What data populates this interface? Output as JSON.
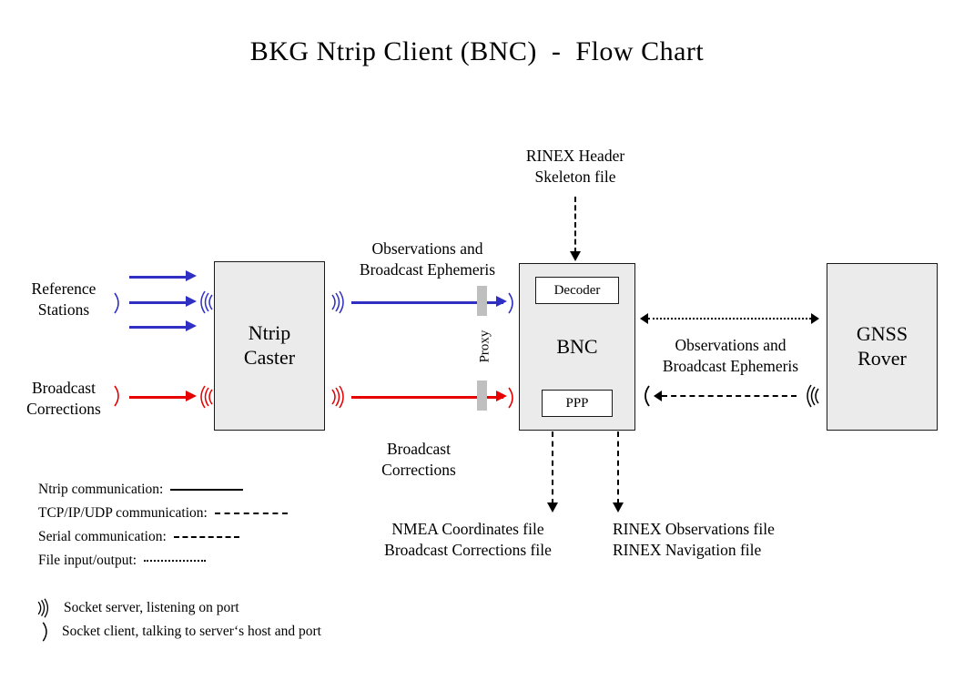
{
  "title": "BKG Ntrip Client (BNC)  -  Flow Chart",
  "nodes": {
    "ntrip_caster": {
      "line1": "Ntrip",
      "line2": "Caster"
    },
    "bnc": {
      "label": "BNC",
      "decoder": "Decoder",
      "ppp": "PPP"
    },
    "gnss_rover": {
      "line1": "GNSS",
      "line2": "Rover"
    }
  },
  "sources": {
    "reference_stations": "Reference\nStations",
    "broadcast_corrections": "Broadcast\nCorrections"
  },
  "flows": {
    "caster_to_bnc_top": "Observations and\nBroadcast Ephemeris",
    "caster_to_bnc_bottom": "Broadcast\nCorrections",
    "bnc_to_rover": "Observations and\nBroadcast Ephemeris",
    "proxy": "Proxy"
  },
  "files": {
    "rinex_header_skeleton": "RINEX Header\nSkeleton file",
    "nmea_outputs": "NMEA Coordinates file\nBroadcast Corrections file",
    "rinex_outputs": "RINEX Observations file\nRINEX Navigation file"
  },
  "legend": {
    "lines": [
      {
        "text": "Ntrip communication:",
        "style": "solid"
      },
      {
        "text": "TCP/IP/UDP communication:",
        "style": "dashed"
      },
      {
        "text": "Serial communication:",
        "style": "dashdot"
      },
      {
        "text": "File input/output:",
        "style": "dotted"
      }
    ],
    "sockets": [
      {
        "icon": "socket-server-icon",
        "text": "Socket server, listening on port"
      },
      {
        "icon": "socket-client-icon",
        "text": "Socket client, talking to server‘s host and port"
      }
    ]
  },
  "colors": {
    "ntrip_blue": "#2f2fc4",
    "corrections_red": "#e60000",
    "box_fill": "#ebebeb",
    "box_border": "#1a1a1a",
    "proxy_block": "#bfbfbf"
  }
}
